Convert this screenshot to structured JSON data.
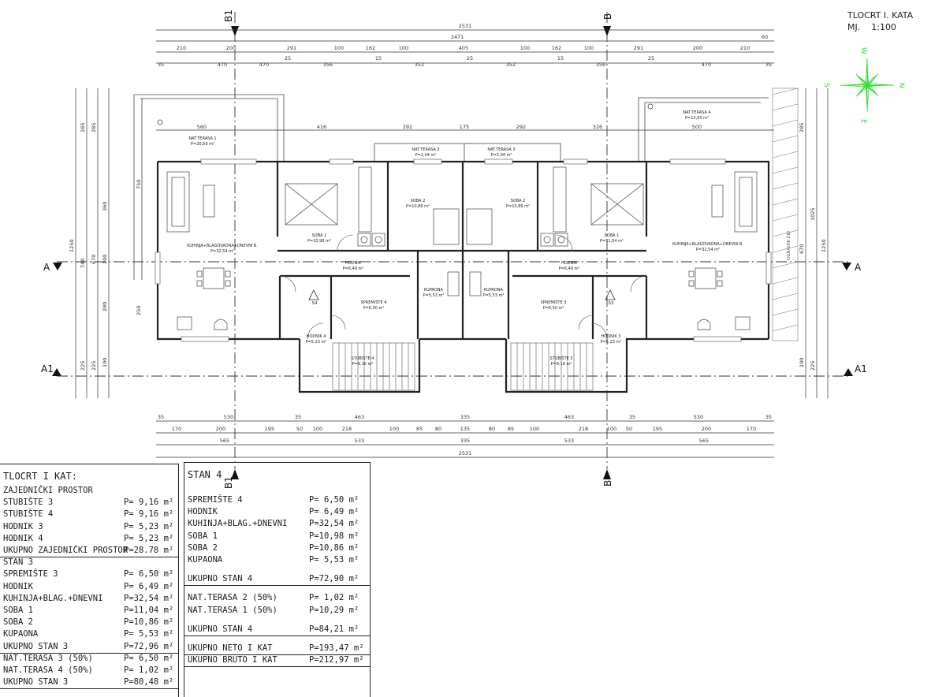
{
  "header": {
    "title": "TLOCRT I. KATA",
    "scale_label": "MJ.",
    "scale_value": "1:100"
  },
  "compass": {
    "n": "N",
    "e": "E",
    "s": "S",
    "w": "W",
    "color": "#33dd33"
  },
  "sections": {
    "a": "A",
    "a1": "A1",
    "b": "B",
    "b1": "B1"
  },
  "dims_top": {
    "row1": [
      "2531"
    ],
    "row2": [
      "2471",
      "60"
    ],
    "row3": [
      "210",
      "200",
      "291",
      "100",
      "162",
      "100",
      "405",
      "100",
      "162",
      "100",
      "291",
      "200",
      "210"
    ],
    "row4": [
      "35",
      "470",
      "470",
      "25",
      "356",
      "15",
      "352",
      "25",
      "352",
      "15",
      "356",
      "25",
      "470",
      "35"
    ],
    "inner": [
      "560",
      "416",
      "292",
      "175",
      "292",
      "326",
      "500"
    ]
  },
  "dims_bottom": {
    "row1": [
      "35",
      "530",
      "35",
      "463",
      "335",
      "463",
      "35",
      "530",
      "35"
    ],
    "row2": [
      "170",
      "200",
      "195",
      "50",
      "100",
      "218",
      "100",
      "85",
      "80",
      "135",
      "80",
      "85",
      "100",
      "218",
      "100",
      "50",
      "195",
      "200",
      "170"
    ],
    "row3": [
      "565",
      "533",
      "335",
      "533",
      "565"
    ],
    "row4": [
      "2531"
    ]
  },
  "dims_side": {
    "left": [
      "1250",
      "285",
      "285",
      "740",
      "670",
      "750",
      "360",
      "100",
      "280",
      "250",
      "225",
      "225",
      "190"
    ],
    "right": [
      "285",
      "1025",
      "1250",
      "670",
      "190",
      "225"
    ]
  },
  "rooms": [
    {
      "name": "NAT.TERASA 1",
      "area": "P=20,59 m²"
    },
    {
      "name": "NAT.TERASA 2",
      "area": "P=2,04 m²"
    },
    {
      "name": "NAT.TERASA 3",
      "area": "P=2,04 m²"
    },
    {
      "name": "NAT.TERASA 4",
      "area": "P=13,00 m²"
    },
    {
      "name": "KUHINJA+BLAGOVAONA+DNEVNI B.",
      "area": "P=32,54 m²"
    },
    {
      "name": "SOBA 1",
      "area": "P=10,98 m²"
    },
    {
      "name": "SOBA 2",
      "area": "P=10,86 m²"
    },
    {
      "name": "SOBA 2",
      "area": "P=10,86 m²"
    },
    {
      "name": "SOBA 1",
      "area": "P=11,04 m²"
    },
    {
      "name": "KUHINJA+BLAGOVAONA+DNEVNI B.",
      "area": "P=32,54 m²"
    },
    {
      "name": "HODNIK",
      "area": "P=6,49 m²"
    },
    {
      "name": "HODNIK",
      "area": "P=6,49 m²"
    },
    {
      "name": "KUPAONA",
      "area": "P=5,53 m²"
    },
    {
      "name": "KUPAONA",
      "area": "P=5,53 m²"
    },
    {
      "name": "SPREMIŠTE 4",
      "area": "P=6,50 m²"
    },
    {
      "name": "SPREMIŠTE 3",
      "area": "P=6,50 m²"
    },
    {
      "name": "HODNIK 4",
      "area": "P=5,23 m²"
    },
    {
      "name": "HODNIK 3",
      "area": "P=5,23 m²"
    },
    {
      "name": "STUBIŠTE 4",
      "area": "P=9,16 m²"
    },
    {
      "name": "STUBIŠTE 3",
      "area": "P=9,16 m²"
    }
  ],
  "markers": [
    "S4",
    "S3"
  ],
  "wall_label": "OGRADNI ZID",
  "table_left": {
    "title": "TLOCRT I KAT:",
    "rows": [
      {
        "label": "ZAJEDNIČKI PROSTOR",
        "value": ""
      },
      {
        "label": "STUBIŠTE 3",
        "value": "P= 9,16 m²"
      },
      {
        "label": "STUBIŠTE 4",
        "value": "P= 9,16 m²"
      },
      {
        "label": "HODNIK 3",
        "value": "P= 5,23 m²"
      },
      {
        "label": "HODNIK 4",
        "value": "P= 5,23 m²"
      },
      {
        "label": "UKUPNO ZAJEDNIČKI PROSTOR",
        "value": "P=28.78 m²",
        "underline": true
      },
      {
        "label": "STAN 3",
        "value": ""
      },
      {
        "label": "SPREMIŠTE 3",
        "value": "P= 6,50 m²"
      },
      {
        "label": "HODNIK",
        "value": "P= 6,49 m²"
      },
      {
        "label": "KUHINJA+BLAG.+DNEVNI",
        "value": "P=32,54 m²"
      },
      {
        "label": "SOBA 1",
        "value": "P=11,04 m²"
      },
      {
        "label": "SOBA 2",
        "value": "P=10,86 m²"
      },
      {
        "label": "KUPAONA",
        "value": "P= 5,53 m²"
      },
      {
        "label": "UKUPNO STAN 3",
        "value": "P=72,96 m²",
        "underline": true
      },
      {
        "label": "NAT.TERASA 3 (50%)",
        "value": "P= 6,50 m²"
      },
      {
        "label": "NAT.TERASA 4 (50%)",
        "value": "P= 1,02 m²"
      },
      {
        "label": "UKUPNO STAN 3",
        "value": "P=80,48 m²",
        "underline": true
      }
    ]
  },
  "table_right": {
    "title": "STAN 4",
    "rows": [
      {
        "label": "SPREMIŠTE 4",
        "value": "P= 6,50 m²",
        "gap": 0
      },
      {
        "label": "HODNIK",
        "value": "P= 6,49 m²",
        "gap": 0
      },
      {
        "label": "KUHINJA+BLAG.+DNEVNI",
        "value": "P=32,54 m²",
        "gap": 0
      },
      {
        "label": "SOBA 1",
        "value": "P=10,98 m²",
        "gap": 0
      },
      {
        "label": "SOBA 2",
        "value": "P=10,86 m²",
        "gap": 0
      },
      {
        "label": "KUPAONA",
        "value": "P= 5,53 m²",
        "gap": 0
      },
      {
        "label": "UKUPNO STAN 4",
        "value": "P=72,90 m²",
        "underline": true,
        "gap": 1
      },
      {
        "label": "NAT.TERASA 2 (50%)",
        "value": "P= 1,02 m²",
        "gap": 1
      },
      {
        "label": "NAT.TERASA 1 (50%)",
        "value": "P=10,29 m²",
        "gap": 0
      },
      {
        "label": "UKUPNO STAN 4",
        "value": "P=84,21 m²",
        "underline": true,
        "gap": 1
      },
      {
        "label": "UKUPNO NETO I KAT",
        "value": "P=193,47 m²",
        "underline": true,
        "gap": 1
      },
      {
        "label": "UKUPNO BRUTO I KAT",
        "value": "P=212,97 m²",
        "underline": true,
        "gap": 0
      }
    ]
  }
}
